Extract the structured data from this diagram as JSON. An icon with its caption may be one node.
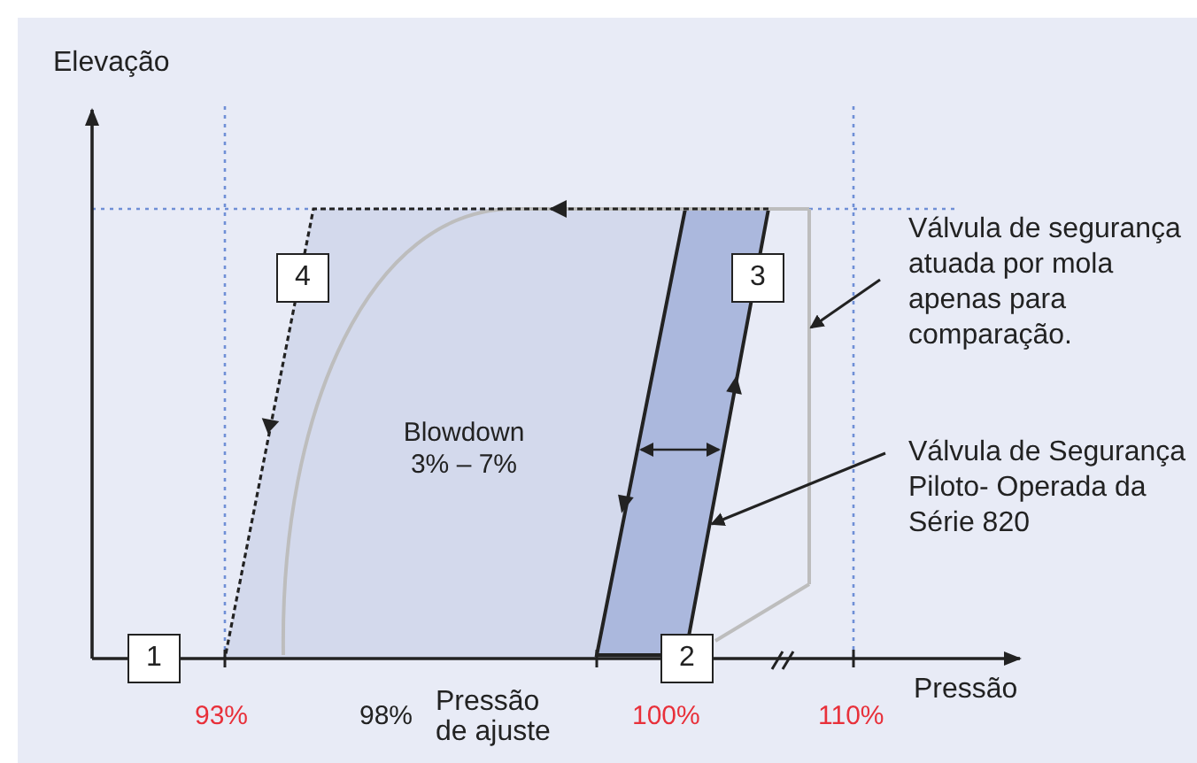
{
  "diagram": {
    "nodes": [
      {
        "text": [
          "1"
        ]
      },
      {
        "text": [
          "2"
        ]
      },
      {
        "text": [
          "3"
        ]
      },
      {
        "text": [
          "4"
        ]
      },
      {
        "text": [
          "Válvula de segurança atuada por mola apenas para comparação."
        ]
      },
      {
        "text": [
          "Válvula de Segurança Piloto- Operada da Série 820"
        ]
      },
      {
        "text": [],
        "shape": "curve"
      }
    ],
    "edges": [
      {
        "from": 4,
        "to": 6,
        "arrow": "to"
      },
      {
        "from": 5,
        "to": null,
        "arrow": "to"
      }
    ],
    "labels": [
      "Elevação",
      "Blowdown 3% – 7%",
      "Pressão",
      "93%",
      "98%",
      "Pressão de ajuste",
      "100%",
      "110%"
    ]
  }
}
